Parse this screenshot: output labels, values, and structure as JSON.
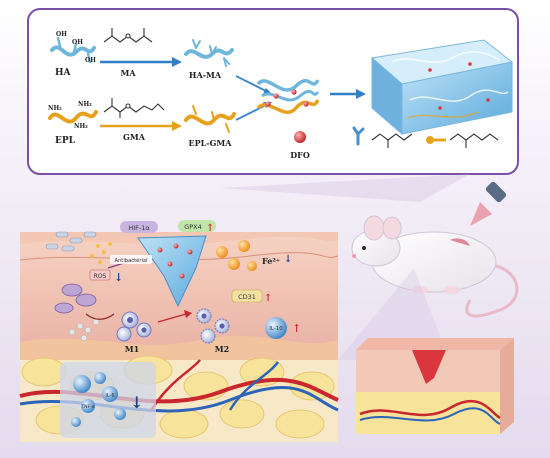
{
  "synthesis": {
    "ha": "HA",
    "ha_groups": [
      "OH",
      "OH",
      "OH"
    ],
    "ma": "MA",
    "ha_ma": "HA-MA",
    "epl": "EPL",
    "epl_groups": [
      "NH₂",
      "NH₂",
      "NH₂"
    ],
    "gma": "GMA",
    "epl_gma": "EPL-GMA",
    "dfo": "DFO"
  },
  "mechanism": {
    "hif": "HIF-1α",
    "gpx4": "GPX4",
    "antibacterial": "Antibacterial",
    "ros": "ROS",
    "fe": "Fe²⁺",
    "cd31": "CD31",
    "m1": "M1",
    "m2": "M2",
    "il10": "IL-10",
    "il6": "IL-6",
    "tnf": "TNF-α"
  },
  "colors": {
    "ha_strand": "#6fb6dc",
    "epl_strand": "#e6a21f",
    "arrow_blue": "#2f7fc9",
    "arrow_orange": "#e6a21f",
    "dfo": "#d9363e",
    "up_arrow": "#d52a2a",
    "down_arrow": "#1f3f8a"
  }
}
